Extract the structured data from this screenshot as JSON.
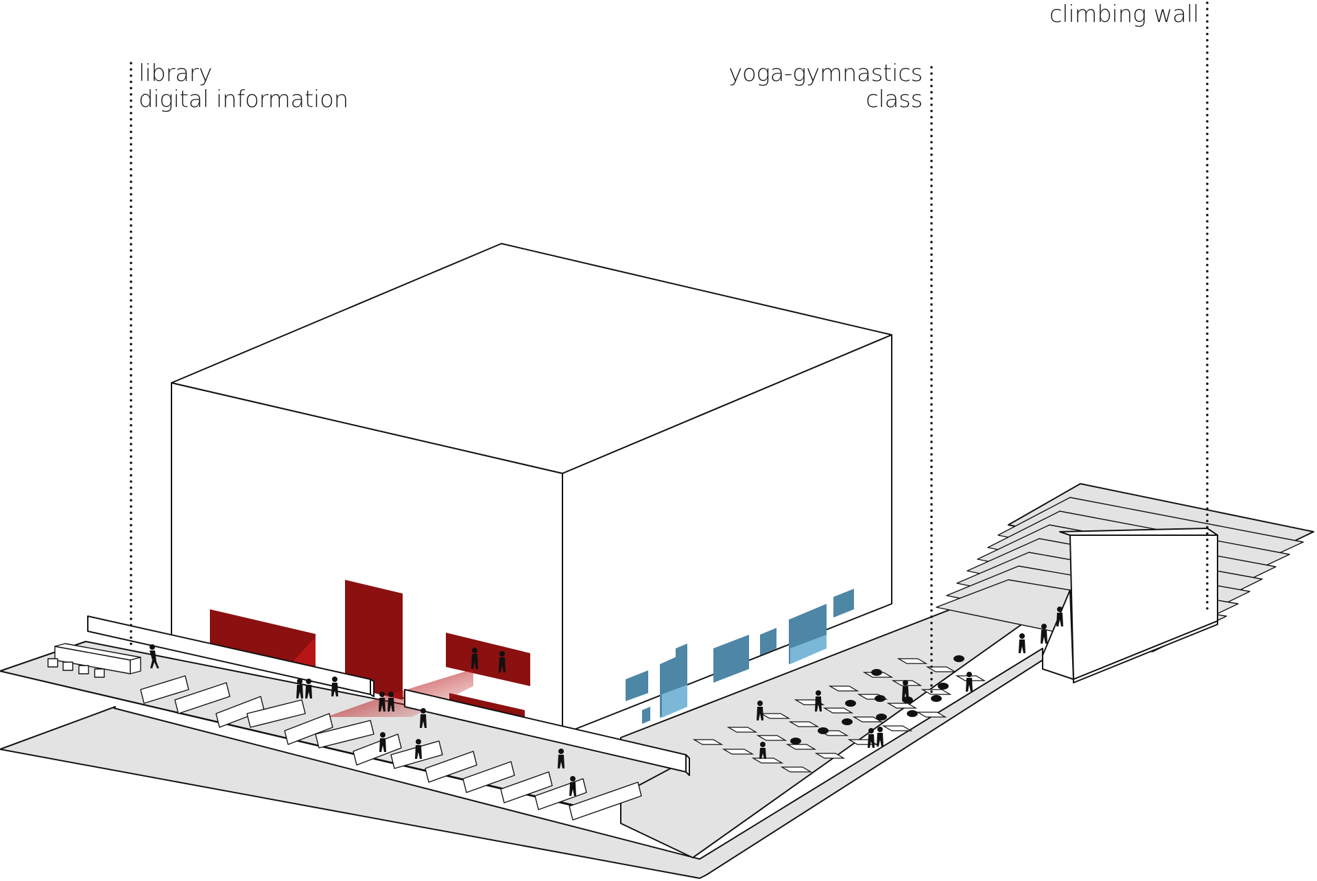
{
  "labels": {
    "library_line1": "library",
    "library_line2": "digital information",
    "yoga_line1": "yoga-gymnastics",
    "yoga_line2": "class",
    "climbing": "climbing wall"
  },
  "colors": {
    "floor": "#e3e3e3",
    "red_dark": "#8b1010",
    "red_bright": "#b81616",
    "blue": "#4e86a6",
    "blue_light": "#7bb8d8"
  }
}
